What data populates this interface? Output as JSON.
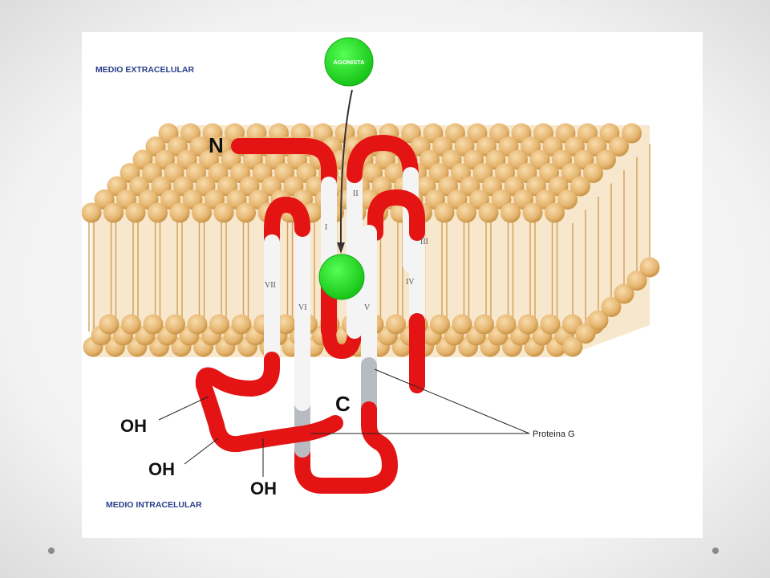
{
  "labels": {
    "extracellular": "MEDIO EXTRACELULAR",
    "intracellular": "MEDIO INTRACELULAR",
    "n_terminus": "N",
    "c_terminus": "C",
    "agonist": "AGONISTA",
    "g_protein": "Proteina G",
    "oh_1": "OH",
    "oh_2": "OH",
    "oh_3": "OH"
  },
  "helices": [
    "I",
    "II",
    "III",
    "IV",
    "V",
    "VI",
    "VII"
  ],
  "colors": {
    "membrane_head": "#e8bd7a",
    "membrane_tail": "#d9a85e",
    "receptor": "#e41414",
    "helix_segment": "#f4f4f4",
    "g_protein_segment": "#b8bcc2",
    "agonist": "#22dd22",
    "region_label": "#2b3d8c"
  }
}
